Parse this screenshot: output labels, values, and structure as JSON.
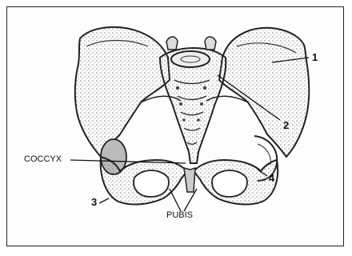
{
  "labels": {
    "n1": "1",
    "n2": "2",
    "n3": "3",
    "n4": "4",
    "coccyx": "COCCYX",
    "pubis": "PUBIS"
  }
}
